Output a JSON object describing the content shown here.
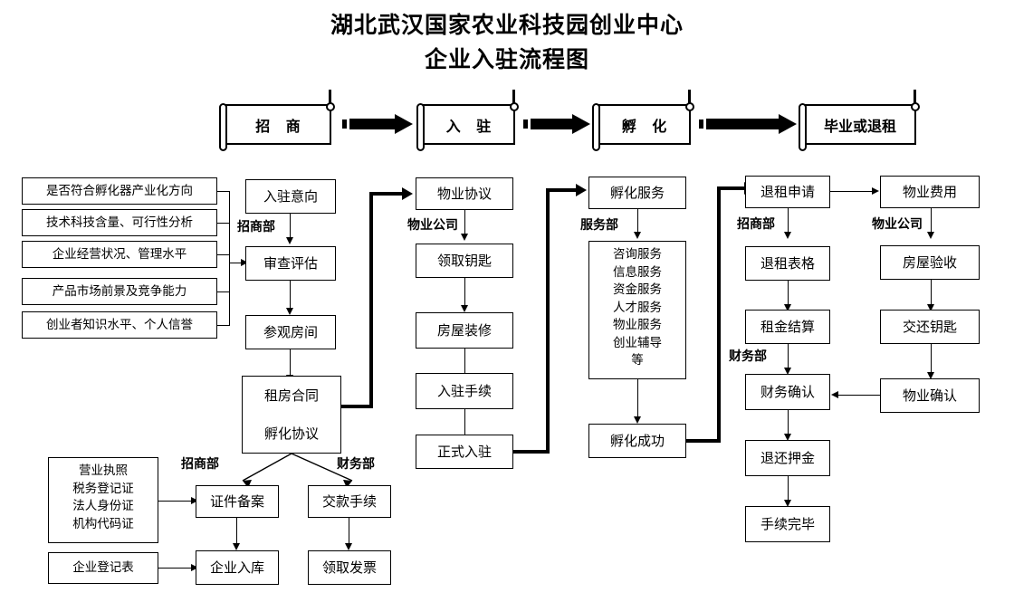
{
  "title": {
    "line1": "湖北武汉国家农业科技园创业中心",
    "line2": "企业入驻流程图"
  },
  "stages": [
    {
      "label": "招  商"
    },
    {
      "label": "入  驻"
    },
    {
      "label": "孵  化"
    },
    {
      "label": "毕业或退租"
    }
  ],
  "criteria": [
    {
      "label": "是否符合孵化器产业化方向"
    },
    {
      "label": "技术科技含量、可行性分析"
    },
    {
      "label": "企业经营状况、管理水平"
    },
    {
      "label": "产品市场前景及竞争能力"
    },
    {
      "label": "创业者知识水平、个人信誉"
    }
  ],
  "col_recruit": {
    "dept": "招商部",
    "steps": [
      {
        "label": "入驻意向"
      },
      {
        "label": "审查评估"
      },
      {
        "label": "参观房间"
      }
    ],
    "contract": {
      "line1": "租房合同",
      "line2": "孵化协议"
    }
  },
  "col_movein": {
    "dept": "物业公司",
    "steps": [
      {
        "label": "物业协议"
      },
      {
        "label": "领取钥匙"
      },
      {
        "label": "房屋装修"
      },
      {
        "label": "入驻手续"
      },
      {
        "label": "正式入驻"
      }
    ]
  },
  "col_incubate": {
    "dept": "服务部",
    "head": "孵化服务",
    "services": [
      "咨询服务",
      "信息服务",
      "资金服务",
      "人才服务",
      "物业服务",
      "创业辅导",
      "等"
    ],
    "tail": "孵化成功"
  },
  "col_exit": {
    "dept_top": "招商部",
    "dept_mid": "财务部",
    "steps": [
      {
        "label": "退租申请"
      },
      {
        "label": "退租表格"
      },
      {
        "label": "租金结算"
      },
      {
        "label": "财务确认"
      },
      {
        "label": "退还押金"
      },
      {
        "label": "手续完毕"
      }
    ]
  },
  "col_property": {
    "dept": "物业公司",
    "steps": [
      {
        "label": "物业费用"
      },
      {
        "label": "房屋验收"
      },
      {
        "label": "交还钥匙"
      },
      {
        "label": "物业确认"
      }
    ]
  },
  "bottom": {
    "documents": [
      "营业执照",
      "税务登记证",
      "法人身份证",
      "机构代码证"
    ],
    "register_form": "企业登记表",
    "dept_left": "招商部",
    "dept_right": "财务部",
    "left_steps": [
      {
        "label": "证件备案"
      },
      {
        "label": "企业入库"
      }
    ],
    "right_steps": [
      {
        "label": "交款手续"
      },
      {
        "label": "领取发票"
      }
    ]
  },
  "colors": {
    "stroke": "#000000",
    "background": "#ffffff"
  }
}
